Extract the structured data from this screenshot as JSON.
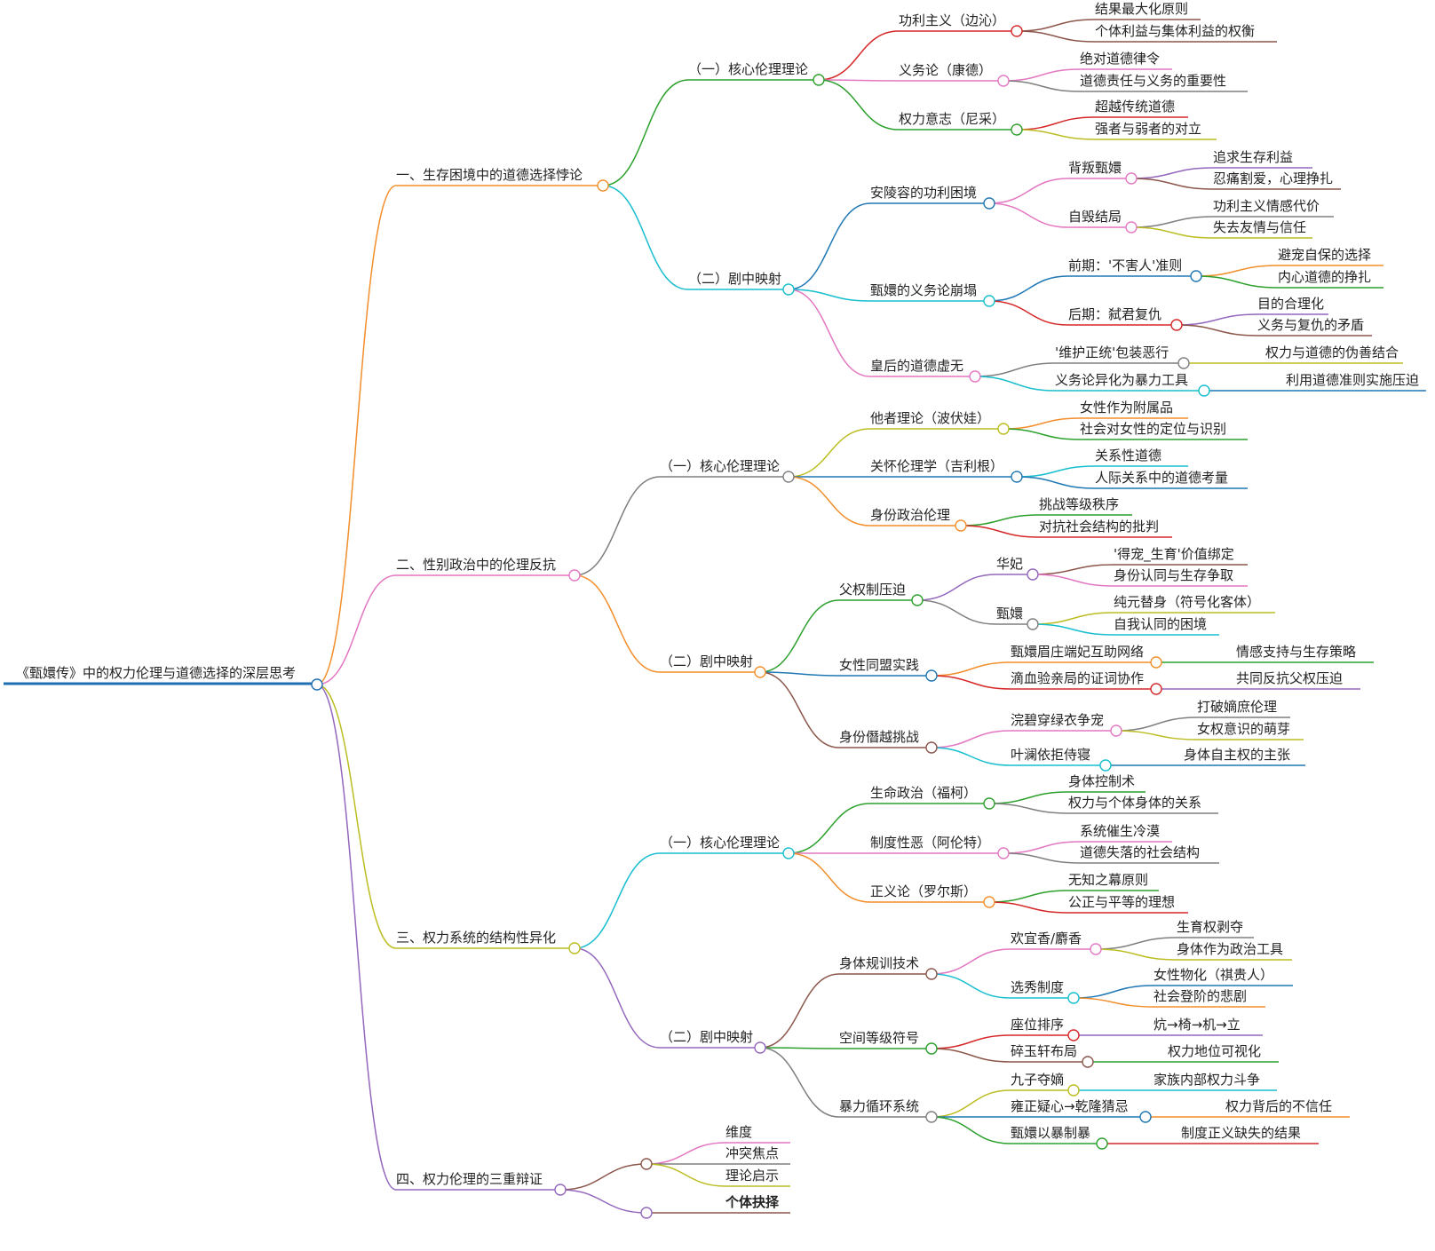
{
  "root": {
    "label": "《甄嬛传》中的权力伦理与道德选择的深层思考",
    "color": "#1f6fb2"
  },
  "colors": {
    "orange": "#f28e2b",
    "pink": "#e377c2",
    "olive": "#bcbd22",
    "purple": "#9467bd",
    "green": "#2ca02c",
    "cyan": "#17becf",
    "gray": "#7f7f7f",
    "blue": "#1f77b4",
    "red": "#d62728",
    "brown": "#8c564b"
  },
  "sections": [
    {
      "label": "一、生存困境中的道德选择悖论",
      "children": [
        {
          "label": "（一）核心伦理理论",
          "children": [
            {
              "label": "功利主义（边沁）",
              "children": [
                {
                  "label": "结果最大化原则"
                },
                {
                  "label": "个体利益与集体利益的权衡"
                }
              ]
            },
            {
              "label": "义务论（康德）",
              "children": [
                {
                  "label": "绝对道德律令"
                },
                {
                  "label": "道德责任与义务的重要性"
                }
              ]
            },
            {
              "label": "权力意志（尼采）",
              "children": [
                {
                  "label": "超越传统道德"
                },
                {
                  "label": "强者与弱者的对立"
                }
              ]
            }
          ]
        },
        {
          "label": "（二）剧中映射",
          "children": [
            {
              "label": "安陵容的功利困境",
              "children": [
                {
                  "label": "背叛甄嬛",
                  "children": [
                    {
                      "label": "追求生存利益"
                    },
                    {
                      "label": "忍痛割爱，心理挣扎"
                    }
                  ]
                },
                {
                  "label": "自毁结局",
                  "children": [
                    {
                      "label": "功利主义情感代价"
                    },
                    {
                      "label": "失去友情与信任"
                    }
                  ]
                }
              ]
            },
            {
              "label": "甄嬛的义务论崩塌",
              "children": [
                {
                  "label": "前期：'不害人'准则",
                  "children": [
                    {
                      "label": "避宠自保的选择"
                    },
                    {
                      "label": "内心道德的挣扎"
                    }
                  ]
                },
                {
                  "label": "后期：弑君复仇",
                  "children": [
                    {
                      "label": "目的合理化"
                    },
                    {
                      "label": "义务与复仇的矛盾"
                    }
                  ]
                }
              ]
            },
            {
              "label": "皇后的道德虚无",
              "children": [
                {
                  "label": "'维护正统'包装恶行",
                  "children": [
                    {
                      "label": "权力与道德的伪善结合"
                    }
                  ]
                },
                {
                  "label": "义务论异化为暴力工具",
                  "children": [
                    {
                      "label": "利用道德准则实施压迫"
                    }
                  ]
                }
              ]
            }
          ]
        }
      ]
    },
    {
      "label": "二、性别政治中的伦理反抗",
      "children": [
        {
          "label": "（一）核心伦理理论",
          "children": [
            {
              "label": "他者理论（波伏娃）",
              "children": [
                {
                  "label": "女性作为附属品"
                },
                {
                  "label": "社会对女性的定位与识别"
                }
              ]
            },
            {
              "label": "关怀伦理学（吉利根）",
              "children": [
                {
                  "label": "关系性道德"
                },
                {
                  "label": "人际关系中的道德考量"
                }
              ]
            },
            {
              "label": "身份政治伦理",
              "children": [
                {
                  "label": "挑战等级秩序"
                },
                {
                  "label": "对抗社会结构的批判"
                }
              ]
            }
          ]
        },
        {
          "label": "（二）剧中映射",
          "children": [
            {
              "label": "父权制压迫",
              "children": [
                {
                  "label": "华妃",
                  "children": [
                    {
                      "label": "'得宠_生育'价值绑定"
                    },
                    {
                      "label": "身份认同与生存争取"
                    }
                  ]
                },
                {
                  "label": "甄嬛",
                  "children": [
                    {
                      "label": "纯元替身（符号化客体）"
                    },
                    {
                      "label": "自我认同的困境"
                    }
                  ]
                }
              ]
            },
            {
              "label": "女性同盟实践",
              "children": [
                {
                  "label": "甄嬛眉庄端妃互助网络",
                  "children": [
                    {
                      "label": "情感支持与生存策略"
                    }
                  ]
                },
                {
                  "label": "滴血验亲局的证词协作",
                  "children": [
                    {
                      "label": "共同反抗父权压迫"
                    }
                  ]
                }
              ]
            },
            {
              "label": "身份僭越挑战",
              "children": [
                {
                  "label": "浣碧穿绿衣争宠",
                  "children": [
                    {
                      "label": "打破嫡庶伦理"
                    },
                    {
                      "label": "女权意识的萌芽"
                    }
                  ]
                },
                {
                  "label": "叶澜依拒侍寝",
                  "children": [
                    {
                      "label": "身体自主权的主张"
                    }
                  ]
                }
              ]
            }
          ]
        }
      ]
    },
    {
      "label": "三、权力系统的结构性异化",
      "children": [
        {
          "label": "（一）核心伦理理论",
          "children": [
            {
              "label": "生命政治（福柯）",
              "children": [
                {
                  "label": "身体控制术"
                },
                {
                  "label": "权力与个体身体的关系"
                }
              ]
            },
            {
              "label": "制度性恶（阿伦特）",
              "children": [
                {
                  "label": "系统催生冷漠"
                },
                {
                  "label": "道德失落的社会结构"
                }
              ]
            },
            {
              "label": "正义论（罗尔斯）",
              "children": [
                {
                  "label": "无知之幕原则"
                },
                {
                  "label": "公正与平等的理想"
                }
              ]
            }
          ]
        },
        {
          "label": "（二）剧中映射",
          "children": [
            {
              "label": "身体规训技术",
              "children": [
                {
                  "label": "欢宜香/麝香",
                  "children": [
                    {
                      "label": "生育权剥夺"
                    },
                    {
                      "label": "身体作为政治工具"
                    }
                  ]
                },
                {
                  "label": "选秀制度",
                  "children": [
                    {
                      "label": "女性物化（祺贵人）"
                    },
                    {
                      "label": "社会登阶的悲剧"
                    }
                  ]
                }
              ]
            },
            {
              "label": "空间等级符号",
              "children": [
                {
                  "label": "座位排序",
                  "children": [
                    {
                      "label": "炕→椅→机→立"
                    }
                  ]
                },
                {
                  "label": "碎玉轩布局",
                  "children": [
                    {
                      "label": "权力地位可视化"
                    }
                  ]
                }
              ]
            },
            {
              "label": "暴力循环系统",
              "children": [
                {
                  "label": "九子夺嫡",
                  "children": [
                    {
                      "label": "家族内部权力斗争"
                    }
                  ]
                },
                {
                  "label": "雍正疑心→乾隆猜忌",
                  "children": [
                    {
                      "label": "权力背后的不信任"
                    }
                  ]
                },
                {
                  "label": "甄嬛以暴制暴",
                  "children": [
                    {
                      "label": "制度正义缺失的结果"
                    }
                  ]
                }
              ]
            }
          ]
        }
      ]
    },
    {
      "label": "四、权力伦理的三重辩证",
      "children": [
        {
          "label": "",
          "children": [
            {
              "label": "维度"
            },
            {
              "label": "冲突焦点"
            },
            {
              "label": "理论启示"
            }
          ]
        },
        {
          "label": "",
          "children": [
            {
              "label": "个体抉择",
              "bold": true
            }
          ]
        }
      ]
    }
  ]
}
